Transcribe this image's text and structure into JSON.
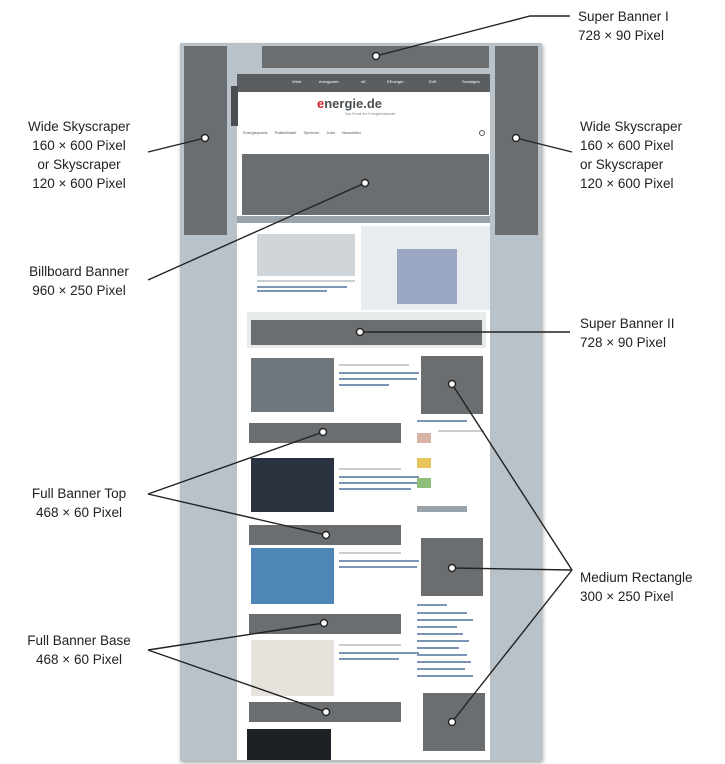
{
  "labels": {
    "super_banner_1": [
      "Super Banner I",
      "728 × 90 Pixel"
    ],
    "wide_sky_left": [
      "Wide Skyscraper",
      "160 × 600 Pixel",
      "or Skyscraper",
      "120 × 600 Pixel"
    ],
    "wide_sky_right": [
      "Wide Skyscraper",
      "160 × 600 Pixel",
      "or Skyscraper",
      "120 × 600 Pixel"
    ],
    "billboard": [
      "Billboard Banner",
      "960 × 250 Pixel"
    ],
    "super_banner_2": [
      "Super Banner II",
      "728 × 90 Pixel"
    ],
    "full_banner_top": [
      "Full Banner Top",
      "468 × 60 Pixel"
    ],
    "medium_rect": [
      "Medium Rectangle",
      "300 × 250 Pixel"
    ],
    "full_banner_base": [
      "Full Banner Base",
      "468 × 60 Pixel"
    ]
  },
  "site": {
    "logo_prefix": "e",
    "logo_rest": "nergie.de",
    "tagline": "Das Portal der Energiewirtschaft",
    "nav_tabs": [
      "",
      "Wind",
      "energyweb",
      "eE",
      "EEnergie",
      "EnE",
      "Sonstiges"
    ],
    "menu_items": [
      "Energiepraxis",
      "Politik/Markt",
      "Speicher",
      "Jobs",
      "Newsletter"
    ]
  },
  "colors": {
    "banner": "#6b6e70",
    "page_bg": "#b9c2c8",
    "logo_accent": "#c8242b"
  }
}
